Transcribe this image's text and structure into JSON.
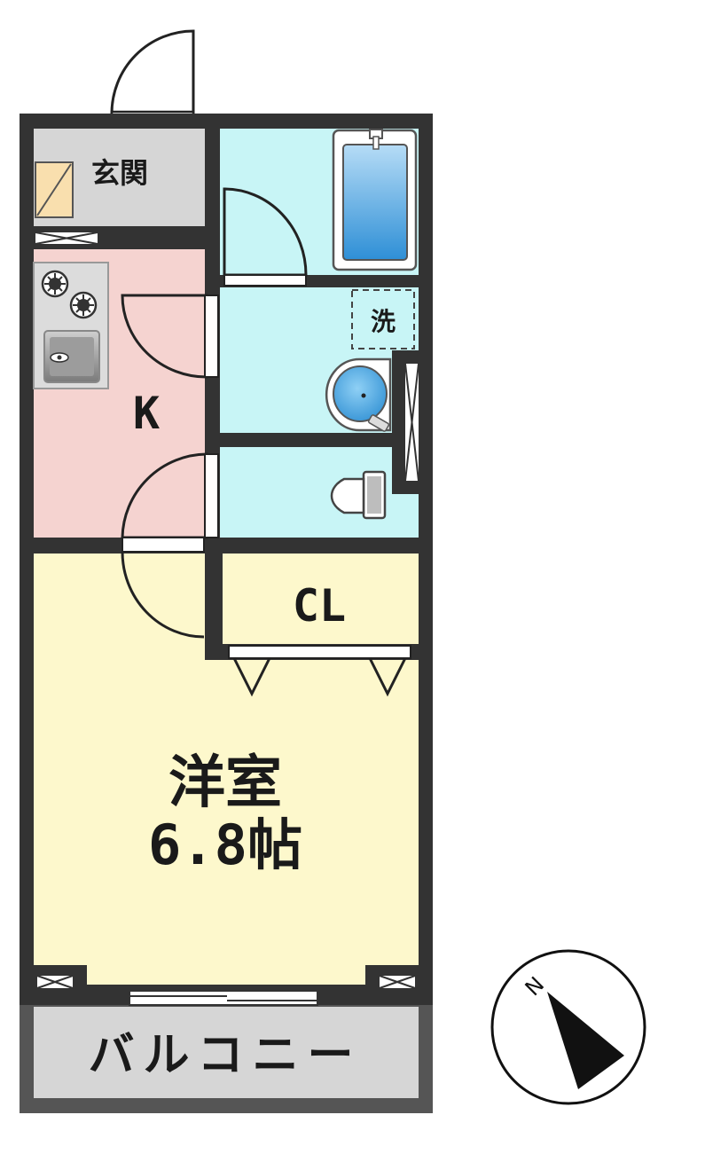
{
  "rooms": {
    "genkan": "玄関",
    "kitchen": "K",
    "washer": "洗",
    "closet": "CL",
    "western_name": "洋室",
    "western_size": "6.8帖",
    "balcony": "バルコニー"
  },
  "compass": {
    "north": "N"
  },
  "colors": {
    "wall": "#333333",
    "genkan": "#d6d6d6",
    "kitchen": "#f5d3d0",
    "wet_area": "#c8f5f6",
    "closet": "#f5ac45",
    "western": "#fdf8cc",
    "balcony": "#d6d6d6",
    "bath": "#3e9fdc"
  }
}
